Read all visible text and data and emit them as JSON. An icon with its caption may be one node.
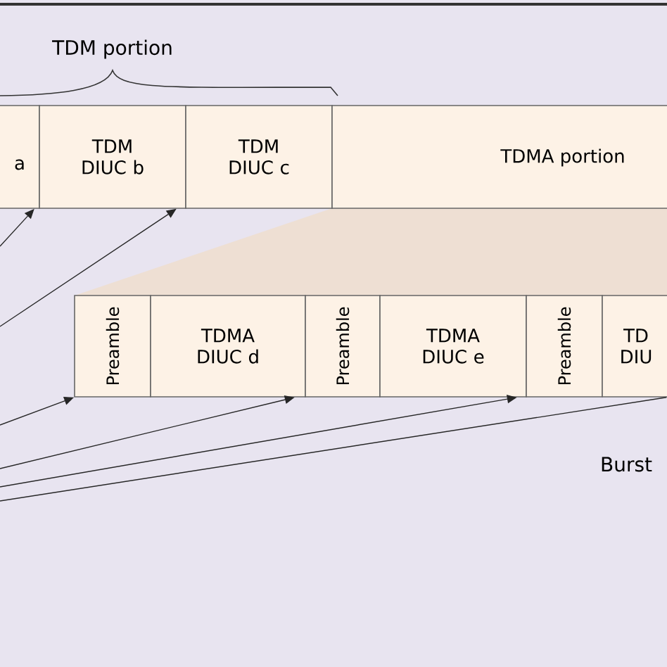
{
  "diagram": {
    "nodes": [
      {
        "text": [
          "a"
        ]
      },
      {
        "text": [
          "TDM DIUC b"
        ]
      },
      {
        "text": [
          "TDM DIUC c"
        ]
      },
      {
        "text": [
          "TDMA portion"
        ]
      },
      {
        "text": [
          "Preamble"
        ]
      },
      {
        "text": [
          "TDMA DIUC d"
        ]
      },
      {
        "text": [
          "Preamble"
        ]
      },
      {
        "text": [
          "TDMA DIUC e"
        ]
      },
      {
        "text": [
          "Preamble"
        ]
      },
      {
        "text": [
          "TD DIU"
        ]
      }
    ],
    "edges": [
      {
        "from": null,
        "to": 0,
        "arrow": "to"
      },
      {
        "from": null,
        "to": 1,
        "arrow": "to"
      },
      {
        "from": null,
        "to": 4,
        "arrow": "to"
      },
      {
        "from": null,
        "to": 5,
        "arrow": "to"
      },
      {
        "from": null,
        "to": 7,
        "arrow": "to"
      },
      {
        "from": null,
        "to": 9,
        "arrow": "none"
      }
    ],
    "labels": [
      "TDM portion",
      "Burst"
    ]
  }
}
